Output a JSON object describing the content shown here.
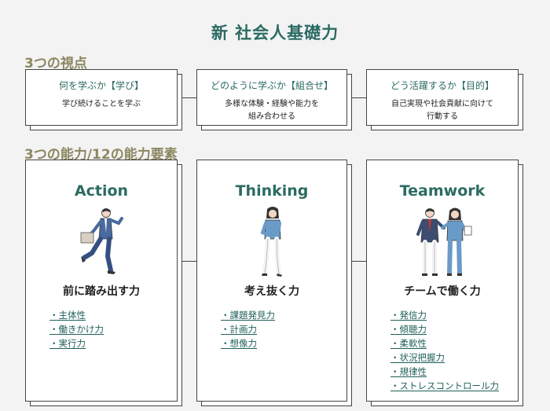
{
  "title": "新 社会人基礎力",
  "viewpoints_heading": "3つの視点",
  "viewpoints": [
    {
      "title": "何を学ぶか【学び】",
      "lines": [
        "学び続けることを学ぶ"
      ]
    },
    {
      "title": "どのように学ぶか【組合せ】",
      "lines": [
        "多様な体験・経験や能力を",
        "組み合わせる"
      ]
    },
    {
      "title": "どう活躍するか【目的】",
      "lines": [
        "自己実現や社会貢献に向けて",
        "行動する"
      ]
    }
  ],
  "abilities_heading": "3つの能力/12の能力要素",
  "abilities": [
    {
      "title": "Action",
      "name": "前に踏み出す力",
      "elements": [
        "・主体性",
        "・働きかけ力",
        "・実行力"
      ],
      "illustration": "running-businessman-icon"
    },
    {
      "title": "Thinking",
      "name": "考え抜く力",
      "elements": [
        "・課題発見力",
        "・計画力",
        "・想像力"
      ],
      "illustration": "thinking-woman-icon"
    },
    {
      "title": "Teamwork",
      "name": "チームで働く力",
      "elements": [
        "・発信力",
        "・傾聴力",
        "・柔軟性",
        "・状況把握力",
        "・規律性",
        "・ストレスコントロール力"
      ],
      "illustration": "two-colleagues-icon"
    }
  ],
  "colors": {
    "accent": "#2b6b62",
    "heading": "#8c8862",
    "background": "#f3f3f3"
  }
}
